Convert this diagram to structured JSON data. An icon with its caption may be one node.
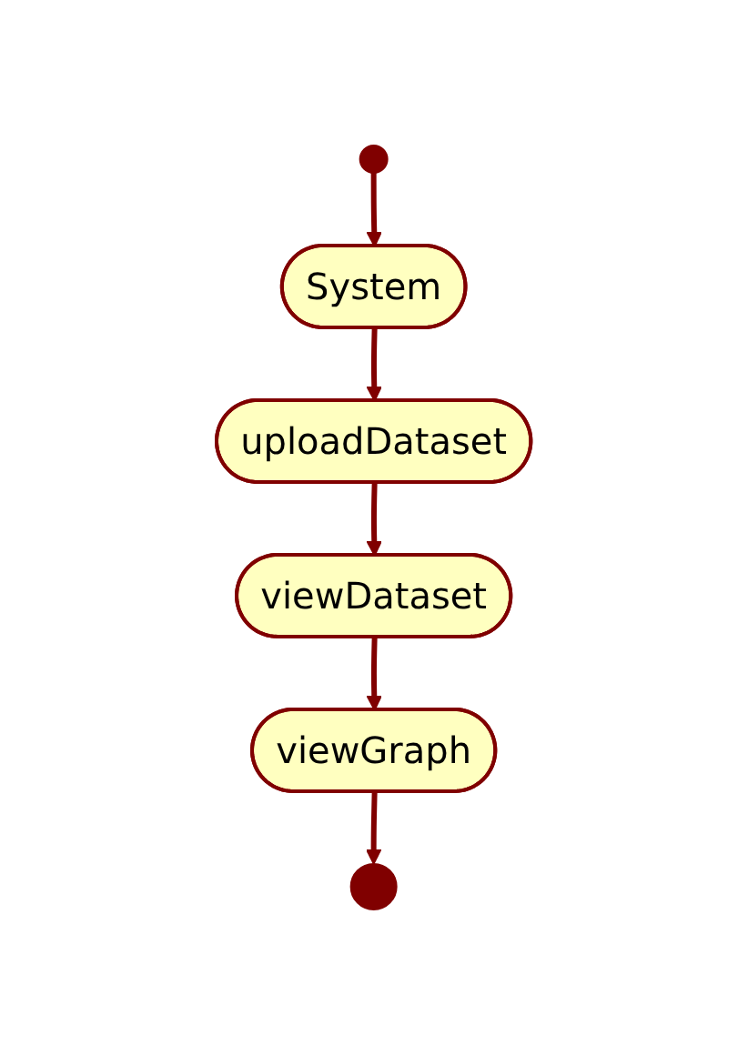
{
  "diagram": {
    "nodes": [
      {
        "text": [],
        "shape": "circle"
      },
      {
        "text": [
          "System"
        ]
      },
      {
        "text": [
          "uploadDataset"
        ]
      },
      {
        "text": [
          "viewDataset"
        ]
      },
      {
        "text": [
          "viewGraph"
        ]
      },
      {
        "text": [],
        "shape": "bullseye"
      }
    ],
    "edges": [
      {
        "from": 0,
        "to": 1,
        "arrow": "to"
      },
      {
        "from": 1,
        "to": 2,
        "arrow": "to"
      },
      {
        "from": 2,
        "to": 3,
        "arrow": "to"
      },
      {
        "from": 3,
        "to": 4,
        "arrow": "to"
      },
      {
        "from": 4,
        "to": 5,
        "arrow": "to"
      }
    ]
  }
}
